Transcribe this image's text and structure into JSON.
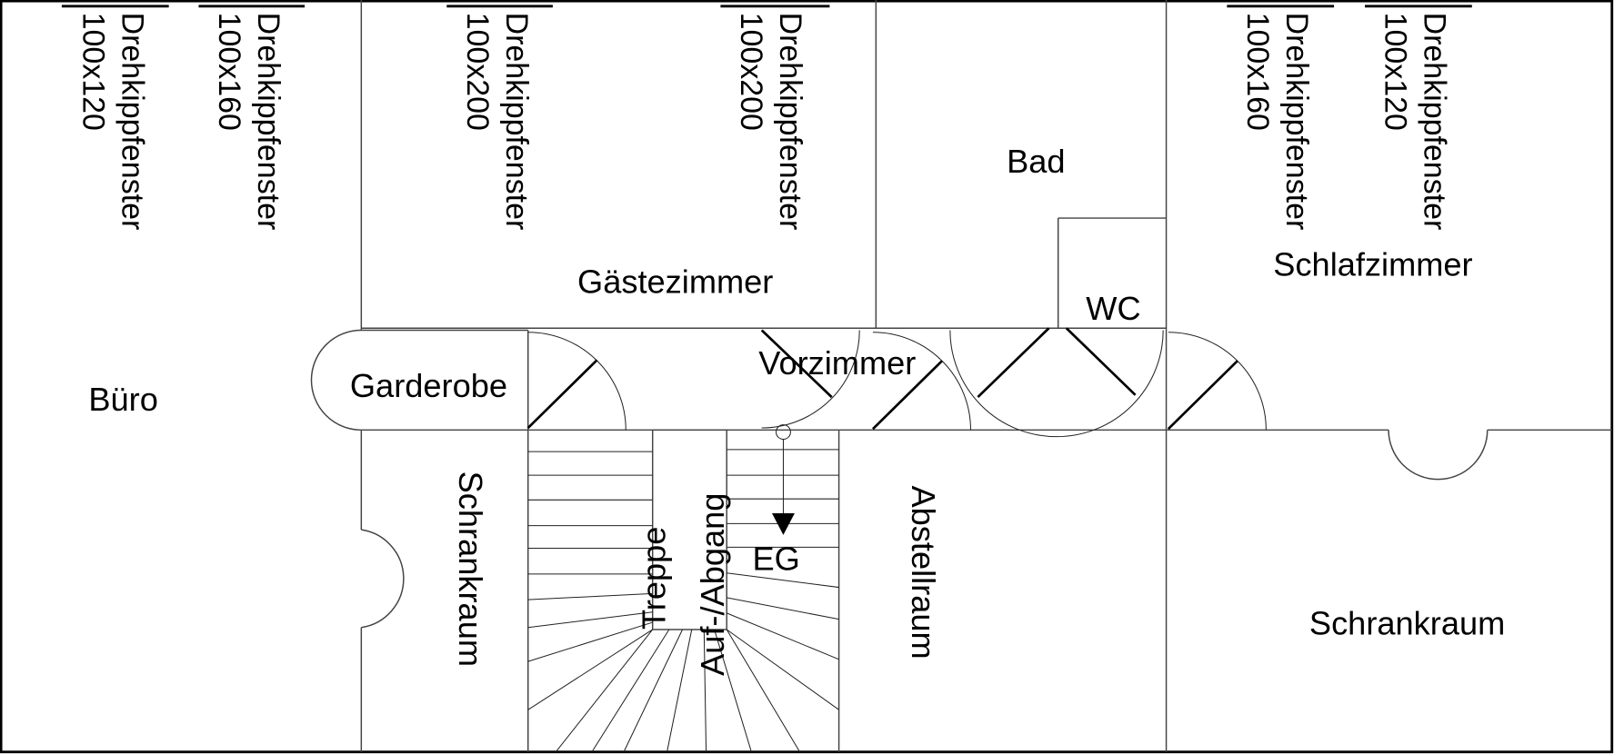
{
  "rooms": {
    "buero": "Büro",
    "garderobe": "Garderobe",
    "gaestezimmer": "Gästezimmer",
    "bad": "Bad",
    "wc": "WC",
    "schlafzimmer": "Schlafzimmer",
    "vorzimmer": "Vorzimmer",
    "schrankraum_left": "Schrankraum",
    "abstellraum": "Abstellraum",
    "schrankraum_right": "Schrankraum"
  },
  "stairs": {
    "label_1": "Treppe",
    "label_2": "Auf-/Abgang",
    "direction": "EG"
  },
  "windows": [
    {
      "type": "Drehkippfenster",
      "size": "100x120"
    },
    {
      "type": "Drehkippfenster",
      "size": "100x160"
    },
    {
      "type": "Drehkippfenster",
      "size": "100x200"
    },
    {
      "type": "Drehkippfenster",
      "size": "100x200"
    },
    {
      "type": "Drehkippfenster",
      "size": "100x160"
    },
    {
      "type": "Drehkippfenster",
      "size": "100x120"
    }
  ]
}
